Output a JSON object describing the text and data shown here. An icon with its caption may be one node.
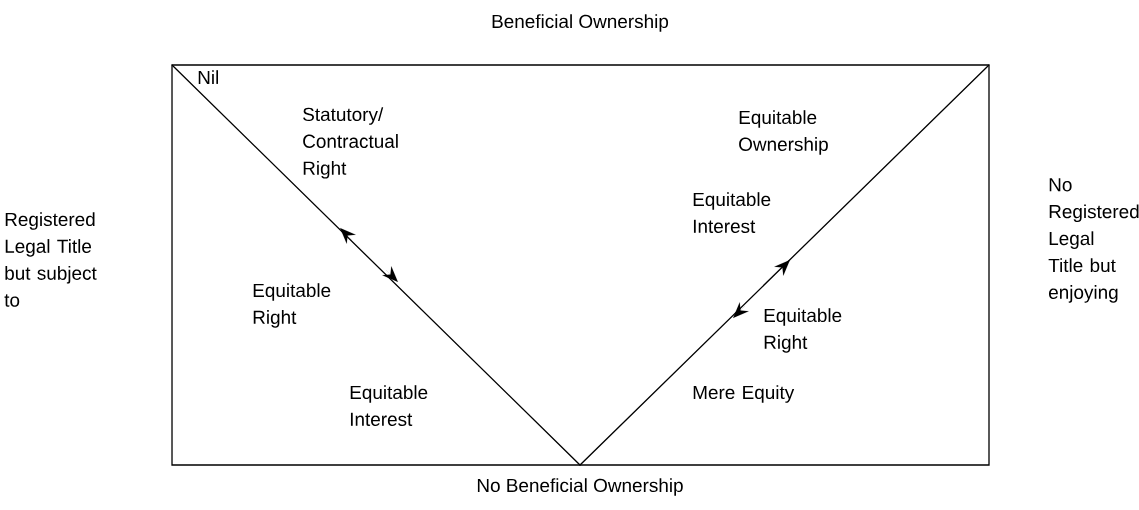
{
  "diagram": {
    "labels": [
      "Beneficial Ownership",
      "Nil",
      "Statutory/ Contractual Right",
      "Equitable Ownership",
      "Registered Legal Title but subject to",
      "No Registered Legal Title but enjoying",
      "Equitable Interest",
      "Equitable Right",
      "Equitable Right",
      "Equitable Interest",
      "Mere Equity",
      "No Beneficial Ownership"
    ]
  }
}
